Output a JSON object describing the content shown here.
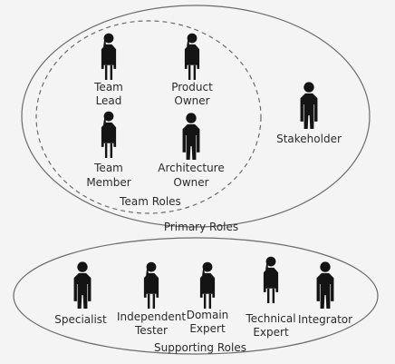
{
  "groups": {
    "primary": {
      "label": "Primary Roles"
    },
    "team": {
      "label": "Team Roles"
    },
    "supporting": {
      "label": "Supporting Roles"
    }
  },
  "roles": {
    "team_lead": {
      "line1": "Team",
      "line2": "Lead",
      "icon": "person-woman-icon"
    },
    "product_owner": {
      "line1": "Product",
      "line2": "Owner",
      "icon": "person-woman-icon"
    },
    "team_member": {
      "line1": "Team",
      "line2": "Member",
      "icon": "person-woman-icon"
    },
    "architecture_owner": {
      "line1": "Architecture",
      "line2": "Owner",
      "icon": "person-man-icon"
    },
    "stakeholder": {
      "line1": "Stakeholder",
      "icon": "person-man-icon"
    },
    "specialist": {
      "line1": "Specialist",
      "icon": "person-man-icon"
    },
    "independent_tester": {
      "line1": "Independent",
      "line2": "Tester",
      "icon": "person-woman-icon"
    },
    "domain_expert": {
      "line1": "Domain",
      "line2": "Expert",
      "icon": "person-woman-icon"
    },
    "technical_expert": {
      "line1": "Technical",
      "line2": "Expert",
      "icon": "person-woman-icon"
    },
    "integrator": {
      "line1": "Integrator",
      "icon": "person-man-icon"
    }
  },
  "colors": {
    "outline": "#6b6b6b",
    "figure": "#141414",
    "text": "#2a2a2a",
    "background": "#f4f4f4"
  }
}
